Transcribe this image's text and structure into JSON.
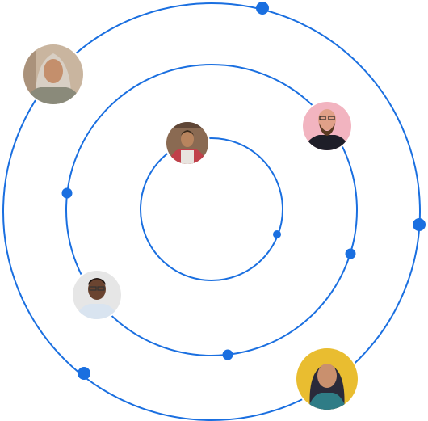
{
  "colors": {
    "orbit": "#1a6fe0",
    "dot": "#1a6fe0",
    "background": "#ffffff"
  },
  "avatars": [
    {
      "icon": "person-hijab-photo",
      "bg": "#c9b59f",
      "skin": "#c48f6c",
      "hair": "#d8cfc4",
      "shirt": "#8a8a7a"
    },
    {
      "icon": "person-beard-glasses-photo",
      "bg": "#f2b4c0",
      "skin": "#e0a088",
      "hair": "#5a3a22",
      "shirt": "#1e1e28"
    },
    {
      "icon": "person-apron-photo",
      "bg": "#8a6a52",
      "skin": "#b8845e",
      "hair": "#3a2a1c",
      "shirt": "#e8e4df"
    },
    {
      "icon": "person-smiling-glasses-photo",
      "bg": "#e6e6e6",
      "skin": "#6a4430",
      "hair": "#1e1410",
      "shirt": "#d9e4f0"
    },
    {
      "icon": "person-yellow-wall-photo",
      "bg": "#e9bd30",
      "skin": "#c9906e",
      "hair": "#2a2a3a",
      "shirt": "#2f7c86"
    }
  ]
}
